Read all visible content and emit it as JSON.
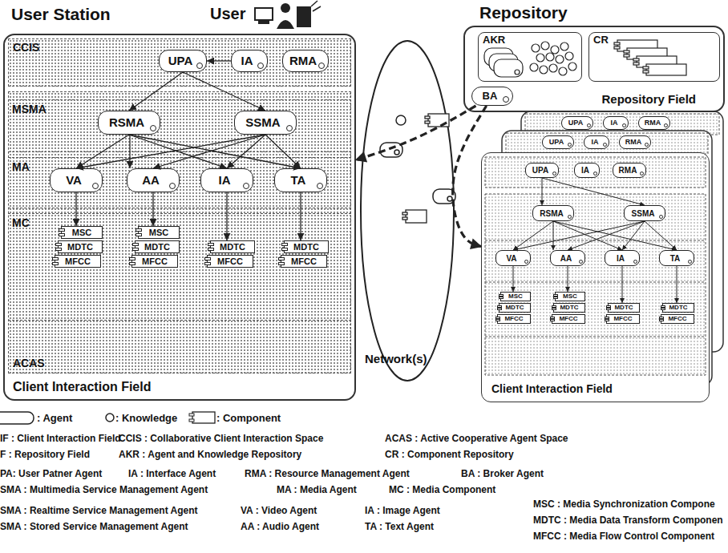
{
  "diagram": {
    "nodes": [
      {
        "text": [
          "User Station",
          "Client Interaction Field"
        ]
      },
      {
        "text": [
          "CCIS"
        ],
        "in": 0
      },
      {
        "text": [
          "UPA"
        ],
        "in": 1
      },
      {
        "text": [
          "IA"
        ],
        "in": 1
      },
      {
        "text": [
          "RMA"
        ],
        "in": 1
      },
      {
        "text": [
          "ACAS"
        ],
        "in": 0
      },
      {
        "text": [
          "MSMA"
        ],
        "in": 5
      },
      {
        "text": [
          "RSMA"
        ],
        "in": 6
      },
      {
        "text": [
          "SSMA"
        ],
        "in": 6
      },
      {
        "text": [
          "MA"
        ],
        "in": 5
      },
      {
        "text": [
          "VA"
        ],
        "in": 9
      },
      {
        "text": [
          "AA"
        ],
        "in": 9
      },
      {
        "text": [
          "IA"
        ],
        "in": 9
      },
      {
        "text": [
          "TA"
        ],
        "in": 9
      },
      {
        "text": [
          "MC"
        ],
        "in": 5
      },
      {
        "text": [
          "MSC"
        ],
        "in": 14
      },
      {
        "text": [
          "MDTC"
        ],
        "in": 14
      },
      {
        "text": [
          "MFCC"
        ],
        "in": 14
      },
      {
        "text": [
          "MSC"
        ],
        "in": 14
      },
      {
        "text": [
          "MDTC"
        ],
        "in": 14
      },
      {
        "text": [
          "MFCC"
        ],
        "in": 14
      },
      {
        "text": [
          "MDTC"
        ],
        "in": 14
      },
      {
        "text": [
          "MFCC"
        ],
        "in": 14
      },
      {
        "text": [
          "MDTC"
        ],
        "in": 14
      },
      {
        "text": [
          "MFCC"
        ],
        "in": 14
      },
      {
        "text": [
          "Network(s)"
        ]
      },
      {
        "text": [
          "Repository",
          "Repository Field"
        ]
      },
      {
        "text": [
          "AKR"
        ],
        "in": 26
      },
      {
        "text": [
          "CR"
        ],
        "in": 26
      },
      {
        "text": [
          "BA"
        ],
        "in": 26
      },
      {
        "text": [
          "UPA"
        ]
      },
      {
        "text": [
          "IA"
        ]
      },
      {
        "text": [
          "RMA"
        ]
      },
      {
        "text": [
          "UPA"
        ]
      },
      {
        "text": [
          "IA"
        ]
      },
      {
        "text": [
          "RMA"
        ]
      },
      {
        "text": [
          "Client Interaction Field"
        ]
      },
      {
        "text": [
          "UPA"
        ],
        "in": 36
      },
      {
        "text": [
          "IA"
        ],
        "in": 36
      },
      {
        "text": [
          "RMA"
        ],
        "in": 36
      },
      {
        "text": [
          "RSMA"
        ],
        "in": 36
      },
      {
        "text": [
          "SSMA"
        ],
        "in": 36
      },
      {
        "text": [
          "VA"
        ],
        "in": 36
      },
      {
        "text": [
          "AA"
        ],
        "in": 36
      },
      {
        "text": [
          "IA"
        ],
        "in": 36
      },
      {
        "text": [
          "TA"
        ],
        "in": 36
      },
      {
        "text": [
          "MSC"
        ],
        "in": 36
      },
      {
        "text": [
          "MDTC"
        ],
        "in": 36
      },
      {
        "text": [
          "MFCC"
        ],
        "in": 36
      },
      {
        "text": [
          "MSC"
        ],
        "in": 36
      },
      {
        "text": [
          "MDTC"
        ],
        "in": 36
      },
      {
        "text": [
          "MFCC"
        ],
        "in": 36
      },
      {
        "text": [
          "MDTC"
        ],
        "in": 36
      },
      {
        "text": [
          "MFCC"
        ],
        "in": 36
      },
      {
        "text": [
          "MDTC"
        ],
        "in": 36
      },
      {
        "text": [
          "MFCC"
        ],
        "in": 36
      }
    ],
    "edges": [
      {
        "from": 3,
        "to": 2,
        "arrow": "to"
      },
      {
        "from": 2,
        "to": 7,
        "arrow": "to"
      },
      {
        "from": 2,
        "to": 8,
        "arrow": "to"
      },
      {
        "from": 7,
        "to": 10,
        "arrow": "to"
      },
      {
        "from": 7,
        "to": 11,
        "arrow": "to"
      },
      {
        "from": 7,
        "to": 12,
        "arrow": "to"
      },
      {
        "from": 7,
        "to": 13,
        "arrow": "to"
      },
      {
        "from": 8,
        "to": 10,
        "arrow": "to"
      },
      {
        "from": 8,
        "to": 11,
        "arrow": "to"
      },
      {
        "from": 8,
        "to": 12,
        "arrow": "to"
      },
      {
        "from": 8,
        "to": 13,
        "arrow": "to"
      },
      {
        "from": 10,
        "to": 15,
        "arrow": "to"
      },
      {
        "from": 11,
        "to": 18,
        "arrow": "to"
      },
      {
        "from": 12,
        "to": 21,
        "arrow": "to"
      },
      {
        "from": 13,
        "to": 23,
        "arrow": "to"
      },
      {
        "from": 29,
        "to": 0,
        "arrow": "to"
      },
      {
        "from": 29,
        "to": 36,
        "arrow": "to"
      },
      {
        "from": 37,
        "to": 40,
        "arrow": "to"
      },
      {
        "from": 37,
        "to": 41,
        "arrow": "to"
      },
      {
        "from": 40,
        "to": 42,
        "arrow": "to"
      },
      {
        "from": 40,
        "to": 43,
        "arrow": "to"
      },
      {
        "from": 40,
        "to": 44,
        "arrow": "to"
      },
      {
        "from": 40,
        "to": 45,
        "arrow": "to"
      },
      {
        "from": 41,
        "to": 42,
        "arrow": "to"
      },
      {
        "from": 41,
        "to": 43,
        "arrow": "to"
      },
      {
        "from": 41,
        "to": 44,
        "arrow": "to"
      },
      {
        "from": 41,
        "to": 45,
        "arrow": "to"
      },
      {
        "from": 42,
        "to": 46,
        "arrow": "to"
      },
      {
        "from": 43,
        "to": 49,
        "arrow": "to"
      },
      {
        "from": 44,
        "to": 52,
        "arrow": "to"
      },
      {
        "from": 45,
        "to": 54,
        "arrow": "to"
      }
    ],
    "labels": [
      "User",
      "IF : Client Interaction Field",
      "CCIS : Collaborative Client Interaction Space",
      "ACAS : Active Cooperative Agent Space",
      "F : Repository Field",
      "AKR : Agent and Knowledge Repository",
      "CR : Component Repository",
      "PA: User Patner Agent",
      "IA : Interface Agent",
      "RMA : Resource Management Agent",
      "BA : Broker Agent",
      "SMA : Multimedia Service Management Agent",
      "MA : Media Agent",
      "MC : Media Component",
      "SMA : Realtime Service Management Agent",
      "VA : Video Agent",
      "IA : Image Agent",
      "MSC : Media Synchronization Compone",
      "SMA : Stored Service Management Agent",
      "AA : Audio Agent",
      "TA : Text Agent",
      "MDTC : Media Data Transform Componen",
      "MFCC : Media Flow Control Component"
    ],
    "legend": [
      {
        "text": ": Agent"
      },
      {
        "text": ": Knowledge"
      },
      {
        "text": ": Component"
      }
    ]
  }
}
